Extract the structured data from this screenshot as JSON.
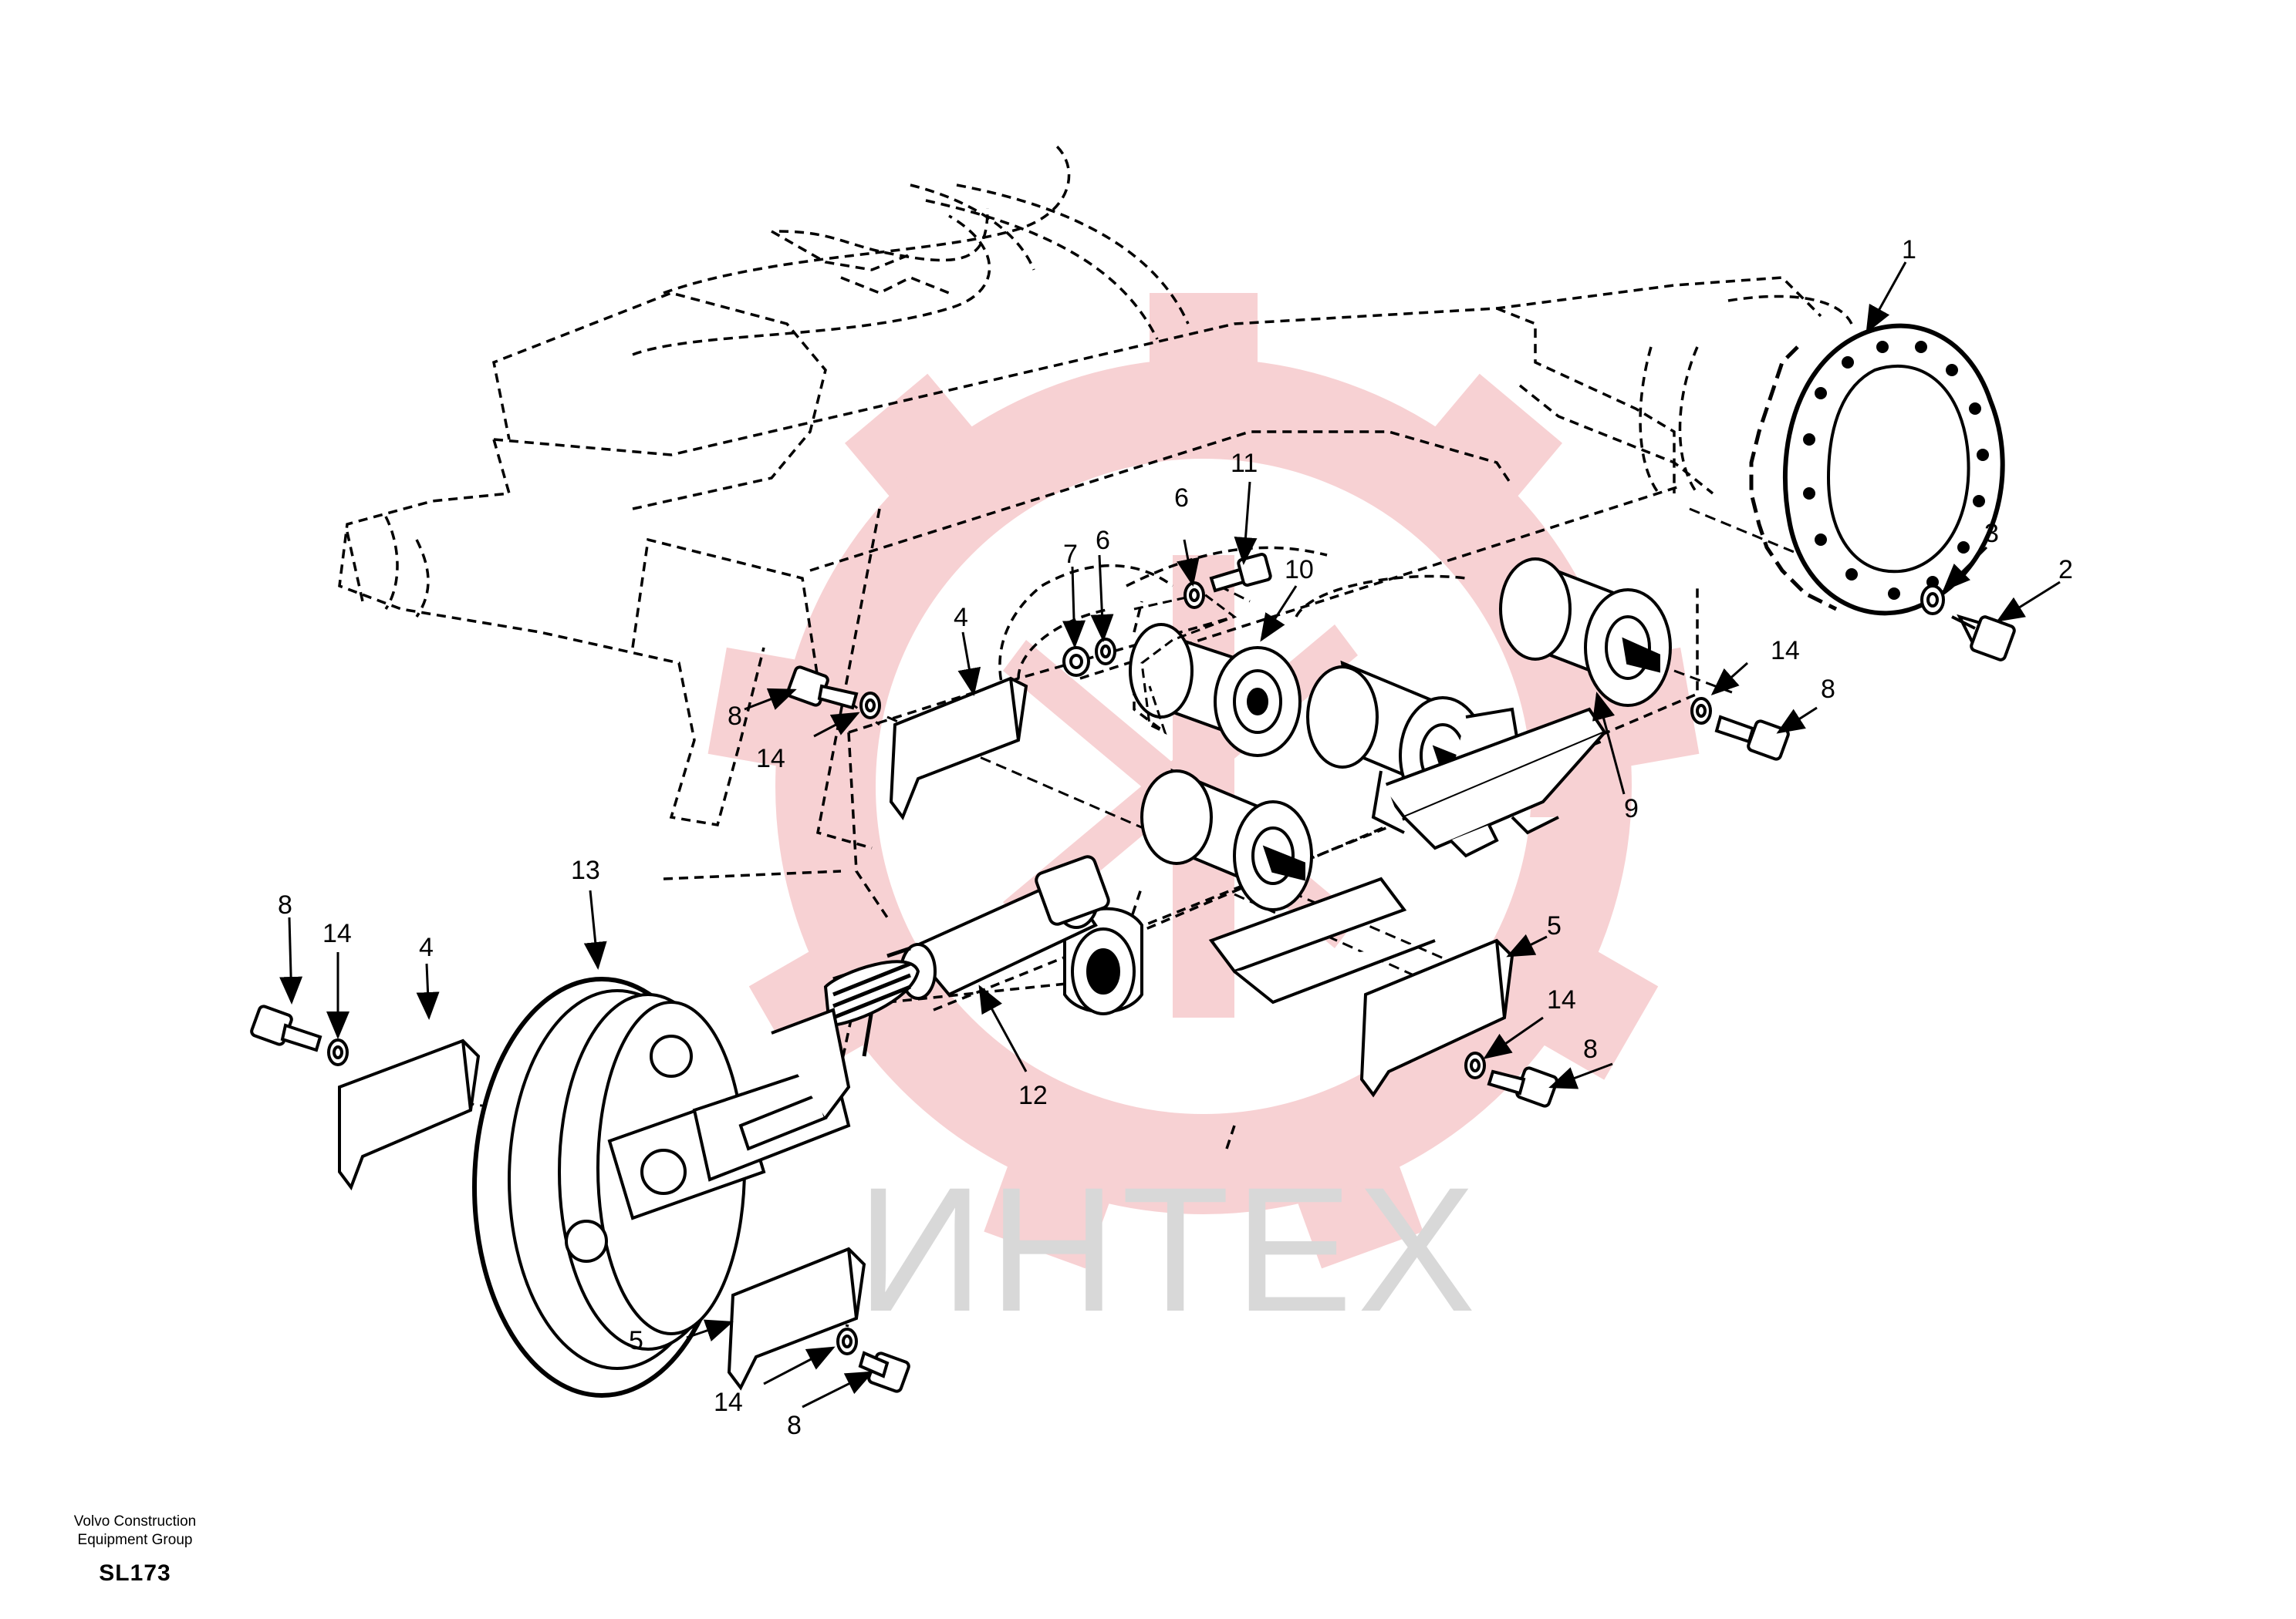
{
  "watermark": {
    "text": "ИНТЕХ",
    "logo": "gear-logo",
    "logo_color": "#f6c9cb",
    "text_color": "#d8d8d8"
  },
  "footer": {
    "company_line1": "Volvo Construction",
    "company_line2": "Equipment Group",
    "code": "SL173"
  },
  "callouts": [
    {
      "id": "c1",
      "label": "1"
    },
    {
      "id": "c2",
      "label": "2"
    },
    {
      "id": "c3",
      "label": "3"
    },
    {
      "id": "c4a",
      "label": "4"
    },
    {
      "id": "c4b",
      "label": "4"
    },
    {
      "id": "c5a",
      "label": "5"
    },
    {
      "id": "c5b",
      "label": "5"
    },
    {
      "id": "c6a",
      "label": "6"
    },
    {
      "id": "c6b",
      "label": "6"
    },
    {
      "id": "c7",
      "label": "7"
    },
    {
      "id": "c8a",
      "label": "8"
    },
    {
      "id": "c8b",
      "label": "8"
    },
    {
      "id": "c8c",
      "label": "8"
    },
    {
      "id": "c8d",
      "label": "8"
    },
    {
      "id": "c8e",
      "label": "8"
    },
    {
      "id": "c9",
      "label": "9"
    },
    {
      "id": "c10",
      "label": "10"
    },
    {
      "id": "c11",
      "label": "11"
    },
    {
      "id": "c12",
      "label": "12"
    },
    {
      "id": "c13",
      "label": "13"
    },
    {
      "id": "c14a",
      "label": "14"
    },
    {
      "id": "c14b",
      "label": "14"
    },
    {
      "id": "c14c",
      "label": "14"
    },
    {
      "id": "c14d",
      "label": "14"
    },
    {
      "id": "c14e",
      "label": "14"
    }
  ]
}
